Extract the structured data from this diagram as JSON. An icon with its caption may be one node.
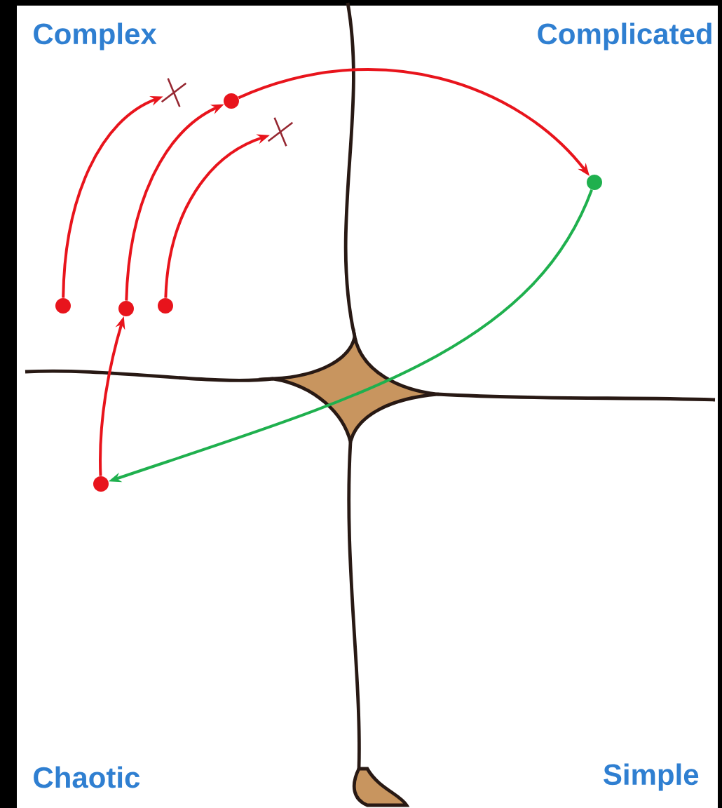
{
  "diagram": {
    "nodes": [
      {
        "text": [],
        "shape": "cross"
      },
      {
        "text": [],
        "shape": "circle"
      },
      {
        "text": [],
        "shape": "cross"
      },
      {
        "text": [],
        "shape": "circle"
      },
      {
        "text": [],
        "shape": "circle"
      },
      {
        "text": [],
        "shape": "circle"
      },
      {
        "text": [],
        "shape": "circle"
      },
      {
        "text": [],
        "shape": "circle"
      }
    ],
    "edges": [
      {
        "from": 4,
        "to": 0,
        "arrow": "to"
      },
      {
        "from": 5,
        "to": 1,
        "arrow": "to"
      },
      {
        "from": 1,
        "to": 3,
        "arrow": "to"
      },
      {
        "from": 6,
        "to": 2,
        "arrow": "to"
      },
      {
        "from": 7,
        "to": 5,
        "arrow": "to"
      },
      {
        "from": 3,
        "to": 7,
        "arrow": "to",
        "color": "#1fb04e"
      }
    ],
    "labels": [
      "Complex",
      "Complicated",
      "Chaotic",
      "Simple"
    ]
  }
}
